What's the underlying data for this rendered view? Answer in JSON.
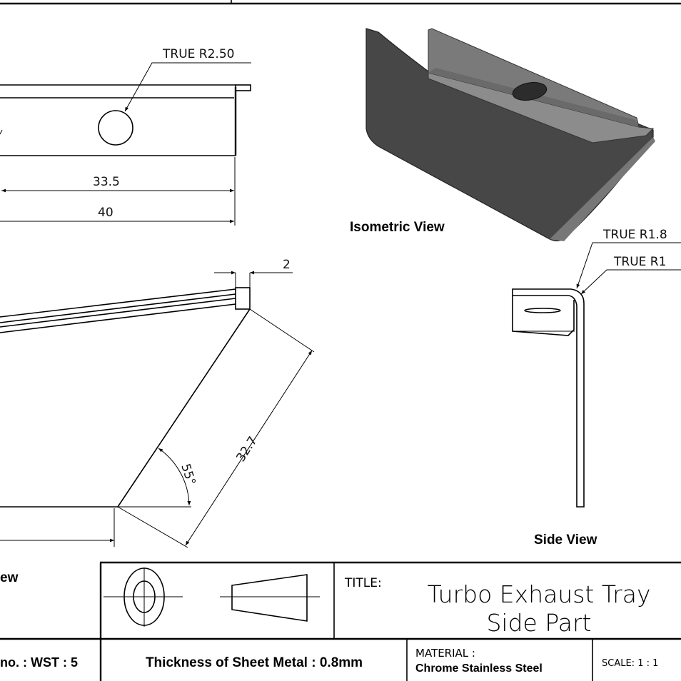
{
  "front_view": {
    "hole_callout": "TRUE R2.50",
    "dim_inner": "33.5",
    "dim_outer": "40"
  },
  "bottom_view": {
    "dim_flange": "2",
    "dim_slant": "32.7",
    "dim_angle": "55°",
    "label_partial": "ew"
  },
  "isometric_view": {
    "label": "Isometric View",
    "color": "#4a4a4a"
  },
  "side_view": {
    "callout_outer": "TRUE R1.8",
    "callout_inner": "TRUE R1",
    "label": "Side View"
  },
  "title_block": {
    "title_label": "TITLE:",
    "title_line1": "Turbo Exhaust Tray",
    "title_line2": "Side Part",
    "drawing_no": "no. : WST : 5",
    "thickness": "Thickness of Sheet Metal : 0.8mm",
    "material_label": "MATERIAL :",
    "material_value": "Chrome Stainless Steel",
    "scale": "SCALE: 1 : 1"
  }
}
